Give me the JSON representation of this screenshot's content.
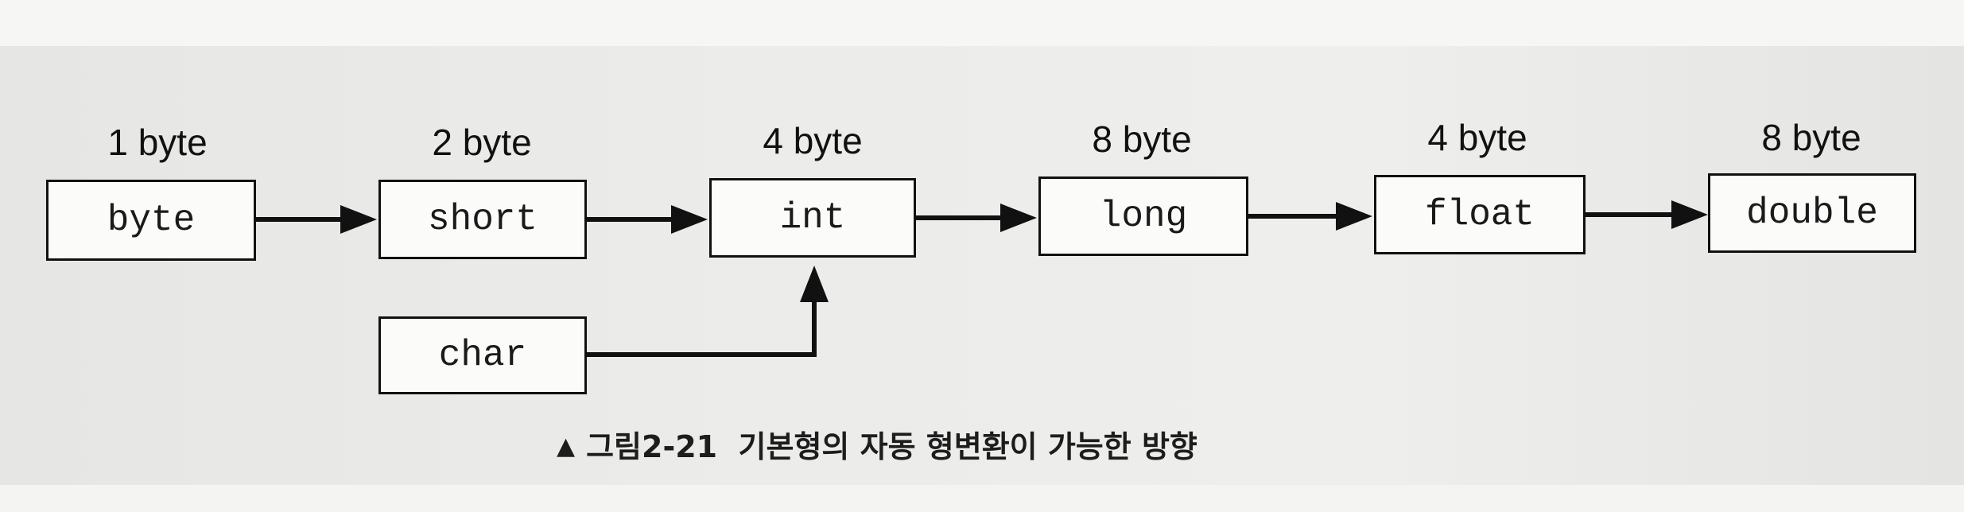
{
  "diagram": {
    "nodes": [
      {
        "id": "byte",
        "label": "byte",
        "size": "1 byte"
      },
      {
        "id": "short",
        "label": "short",
        "size": "2 byte"
      },
      {
        "id": "int",
        "label": "int",
        "size": "4 byte"
      },
      {
        "id": "long",
        "label": "long",
        "size": "8 byte"
      },
      {
        "id": "float",
        "label": "float",
        "size": "4 byte"
      },
      {
        "id": "double",
        "label": "double",
        "size": "8 byte"
      },
      {
        "id": "char",
        "label": "char"
      }
    ],
    "edges": [
      {
        "from": "byte",
        "to": "short"
      },
      {
        "from": "short",
        "to": "int"
      },
      {
        "from": "int",
        "to": "long"
      },
      {
        "from": "long",
        "to": "float"
      },
      {
        "from": "float",
        "to": "double"
      },
      {
        "from": "char",
        "to": "int"
      }
    ]
  },
  "caption": {
    "marker": "▲",
    "text": "그림2-21  기본형의 자동 형변환이 가능한 방향"
  }
}
